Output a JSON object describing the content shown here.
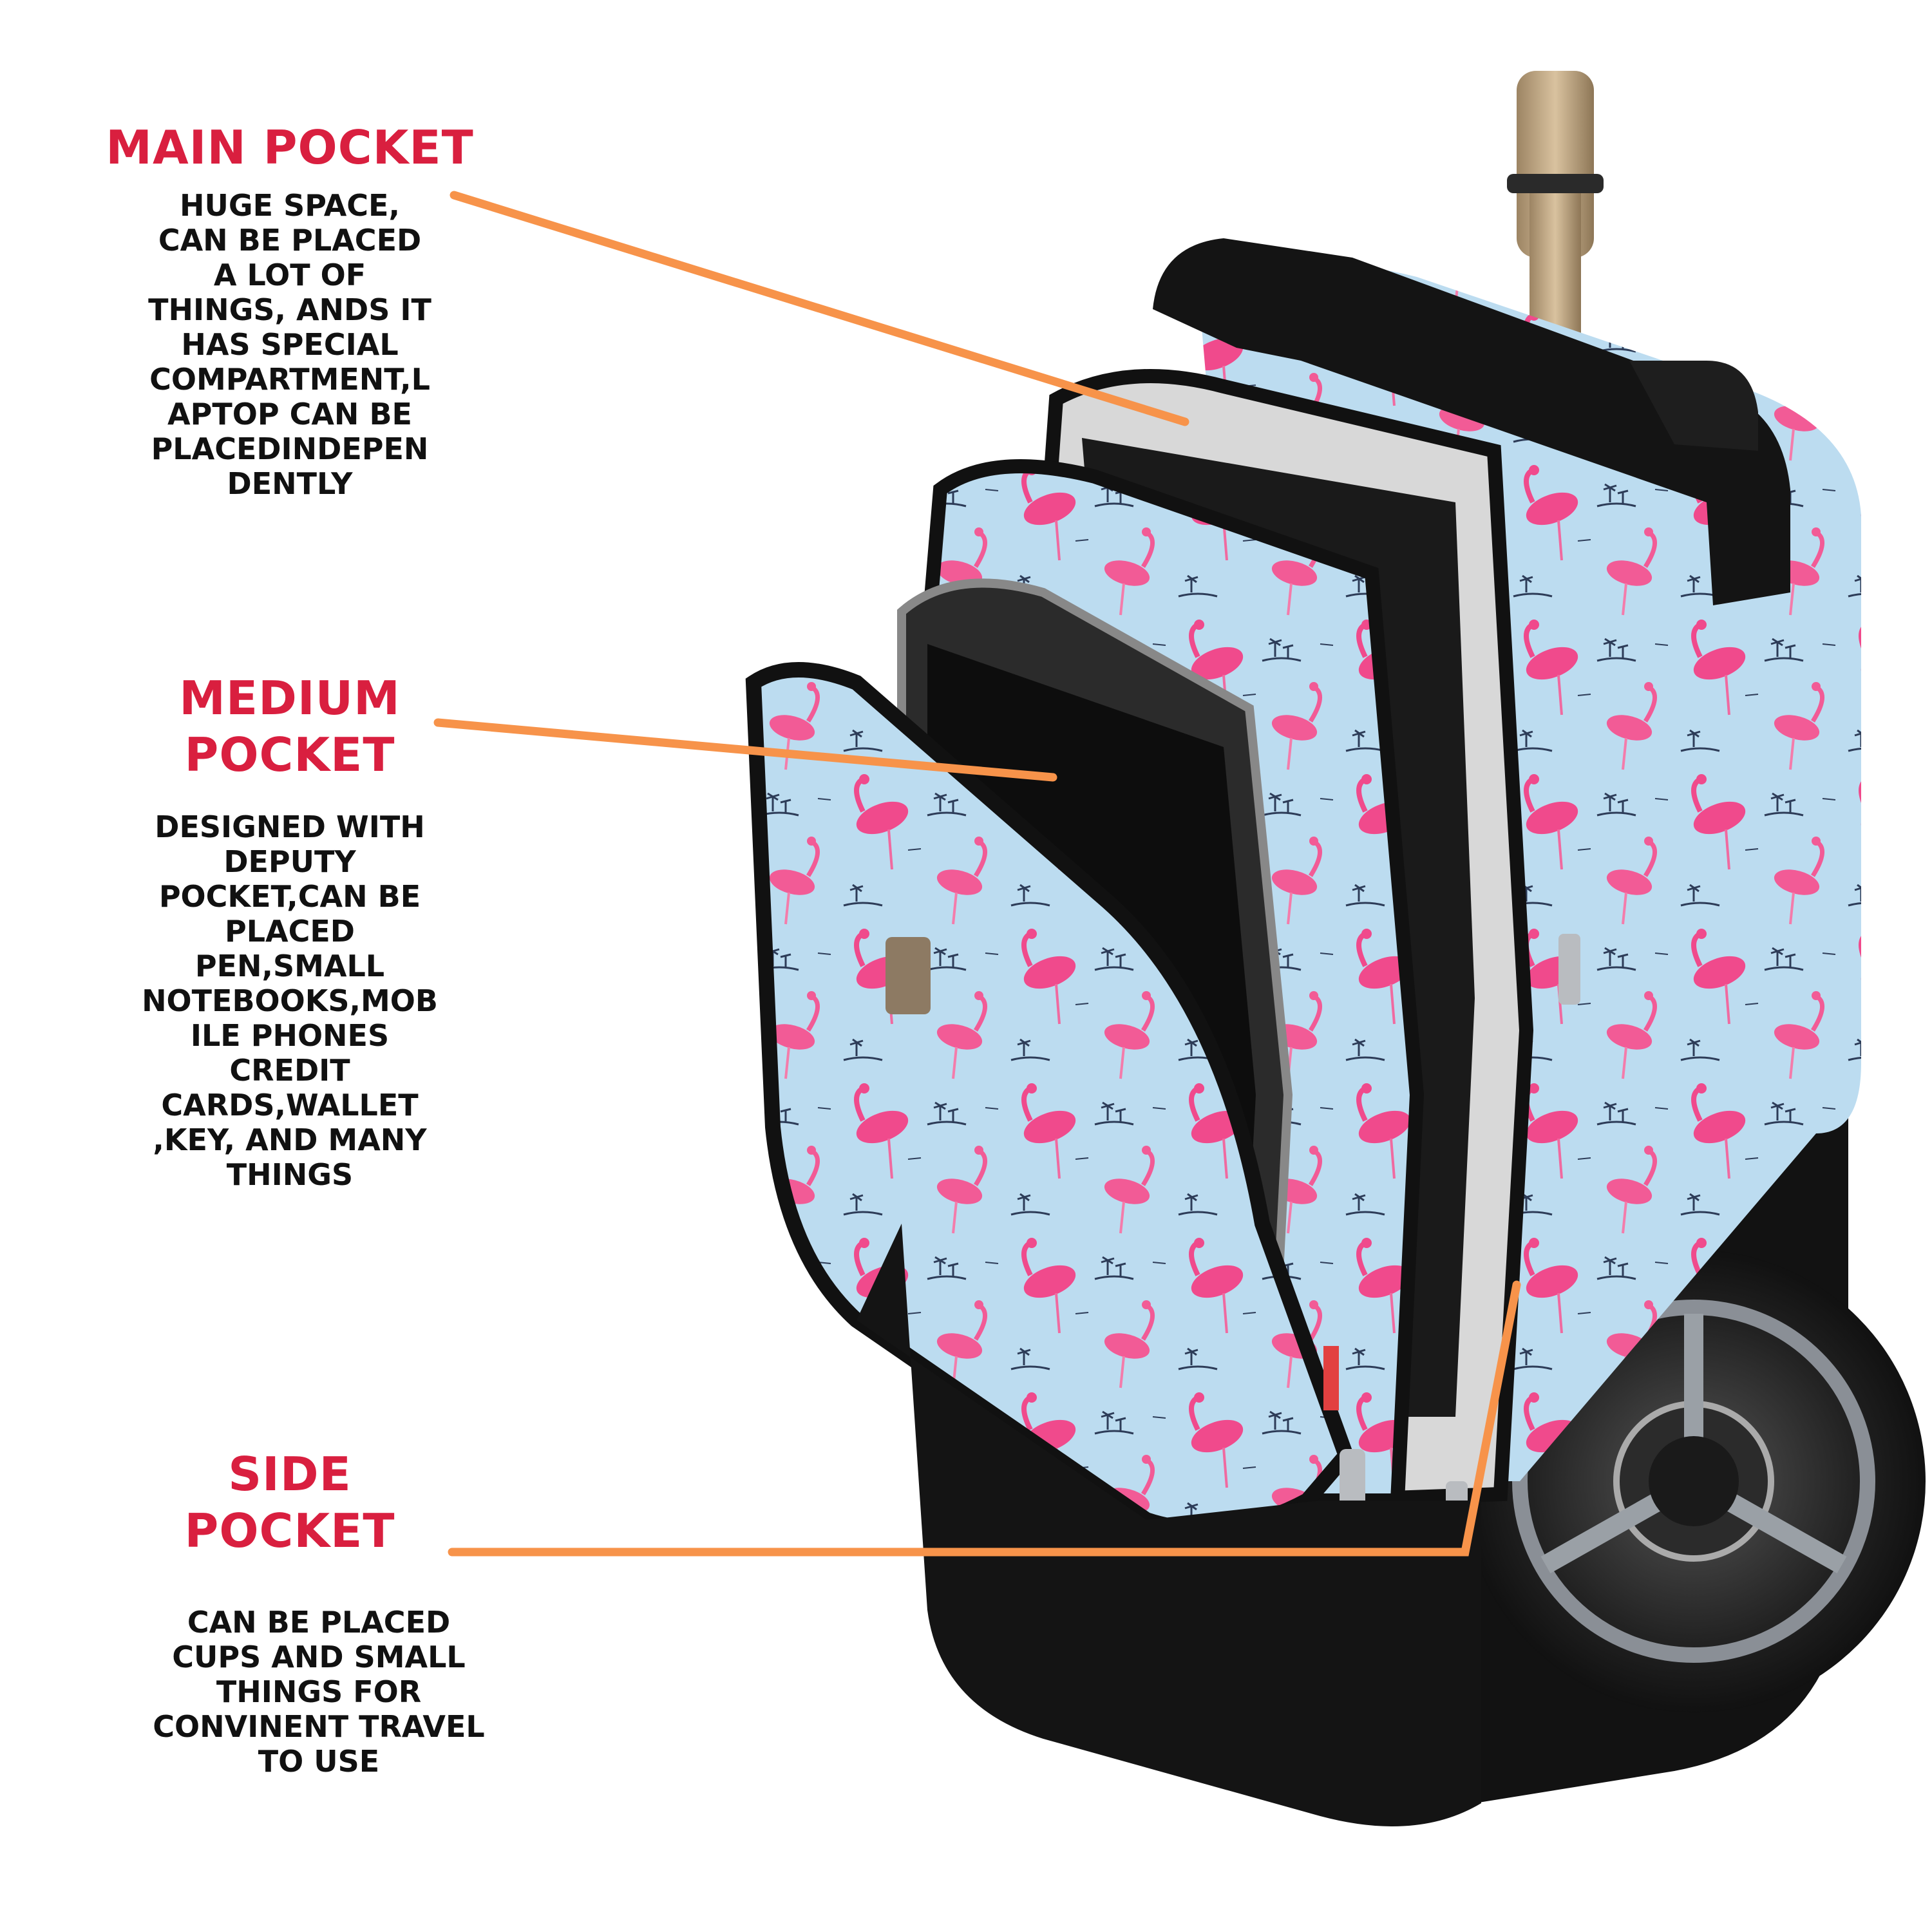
{
  "colors": {
    "heading": "#d91f3f",
    "body_text": "#111111",
    "leader_line": "#f7934a",
    "fabric": "#bcdcf0",
    "flamingo": "#f04a8c",
    "trim": "#111111",
    "handle": "#c7ab86"
  },
  "callouts": {
    "main": {
      "title": "MAIN POCKET",
      "body": "HUGE SPACE,\nCAN BE PLACED\nA LOT OF\nTHINGS, ANDS IT\nHAS SPECIAL\nCOMPARTMENT,L\nAPTOP CAN BE\nPLACEDINDEPEN\nDENTLY"
    },
    "medium": {
      "title": "MEDIUM\nPOCKET",
      "body": "DESIGNED WITH\nDEPUTY\nPOCKET,CAN BE\nPLACED\nPEN,SMALL\nNOTEBOOKS,MOB\nILE PHONES\nCREDIT\nCARDS,WALLET\n,KEY, AND MANY\nTHINGS"
    },
    "side": {
      "title": "SIDE\nPOCKET",
      "body": "CAN BE PLACED\nCUPS AND SMALL\nTHINGS FOR\nCONVINENT TRAVEL\nTO USE"
    }
  },
  "icons": {
    "product": "rolling-backpack-flamingo-print",
    "brand_tag": "brand-tag-icon"
  }
}
